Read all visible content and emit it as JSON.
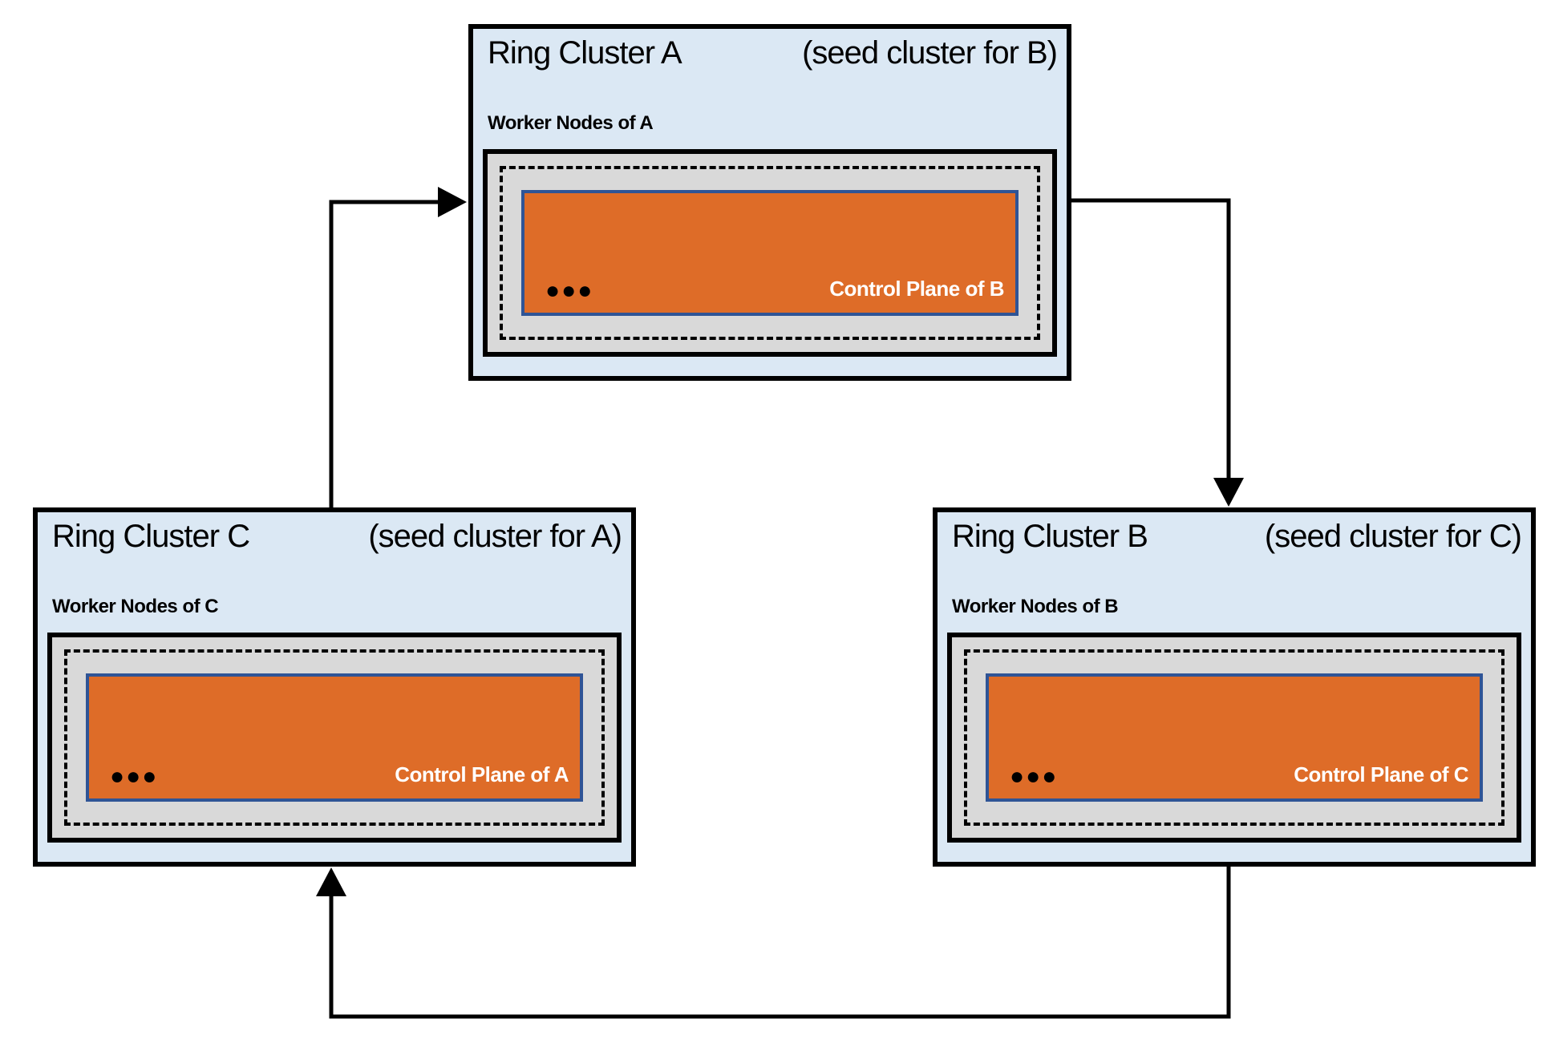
{
  "diagram": {
    "clusters": [
      {
        "title": "Ring Cluster A",
        "seed_note": "(seed cluster for B)",
        "worker_label": "Worker Nodes of A",
        "control_plane_label": "Control Plane of B",
        "dots": "●●●"
      },
      {
        "title": "Ring Cluster C",
        "seed_note": "(seed cluster for A)",
        "worker_label": "Worker Nodes of C",
        "control_plane_label": "Control Plane of A",
        "dots": "●●●"
      },
      {
        "title": "Ring Cluster B",
        "seed_note": "(seed cluster for C)",
        "worker_label": "Worker Nodes of B",
        "control_plane_label": "Control Plane of C",
        "dots": "●●●"
      }
    ],
    "colors": {
      "cluster_background": "#dbe8f4",
      "worker_pool_background": "#d9d9d9",
      "control_plane_fill": "#de6c28",
      "control_plane_border": "#2f5496",
      "outline": "#000000"
    }
  }
}
